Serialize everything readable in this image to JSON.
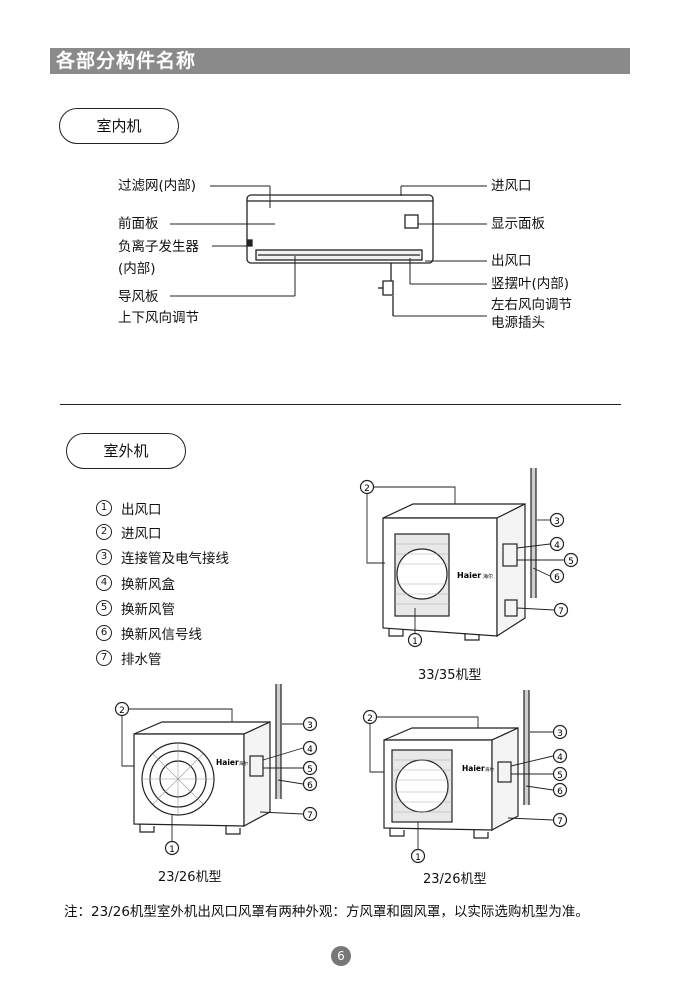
{
  "section_title": "各部分构件名称",
  "indoor": {
    "heading": "室内机",
    "labels": {
      "filter": "过滤网(内部)",
      "front_panel": "前面板",
      "ion_line1": "负离子发生器",
      "ion_line2": "(内部)",
      "deflector_line1": "导风板",
      "deflector_line2": "上下风向调节",
      "air_inlet": "进风口",
      "display": "显示面板",
      "air_outlet": "出风口",
      "vane_line1": "竖摆叶(内部)",
      "vane_line2": "左右风向调节",
      "plug": "电源插头"
    }
  },
  "outdoor": {
    "heading": "室外机",
    "legend": [
      {
        "num": "1",
        "text": "出风口"
      },
      {
        "num": "2",
        "text": "进风口"
      },
      {
        "num": "3",
        "text": "连接管及电气接线"
      },
      {
        "num": "4",
        "text": "换新风盒"
      },
      {
        "num": "5",
        "text": "换新风管"
      },
      {
        "num": "6",
        "text": "换新风信号线"
      },
      {
        "num": "7",
        "text": "排水管"
      }
    ],
    "callouts": [
      "1",
      "2",
      "3",
      "4",
      "5",
      "6",
      "7"
    ],
    "brand": "Haier",
    "brand_sub": "海尔",
    "models": {
      "top": "33/35机型",
      "left": "23/26机型",
      "right": "23/26机型"
    }
  },
  "note": "注：23/26机型室外机出风口风罩有两种外观：方风罩和圆风罩，以实际选购机型为准。",
  "page_number": "6",
  "colors": {
    "title_bar": "#8a8a8a",
    "page_badge": "#777777",
    "ink": "#111111"
  }
}
